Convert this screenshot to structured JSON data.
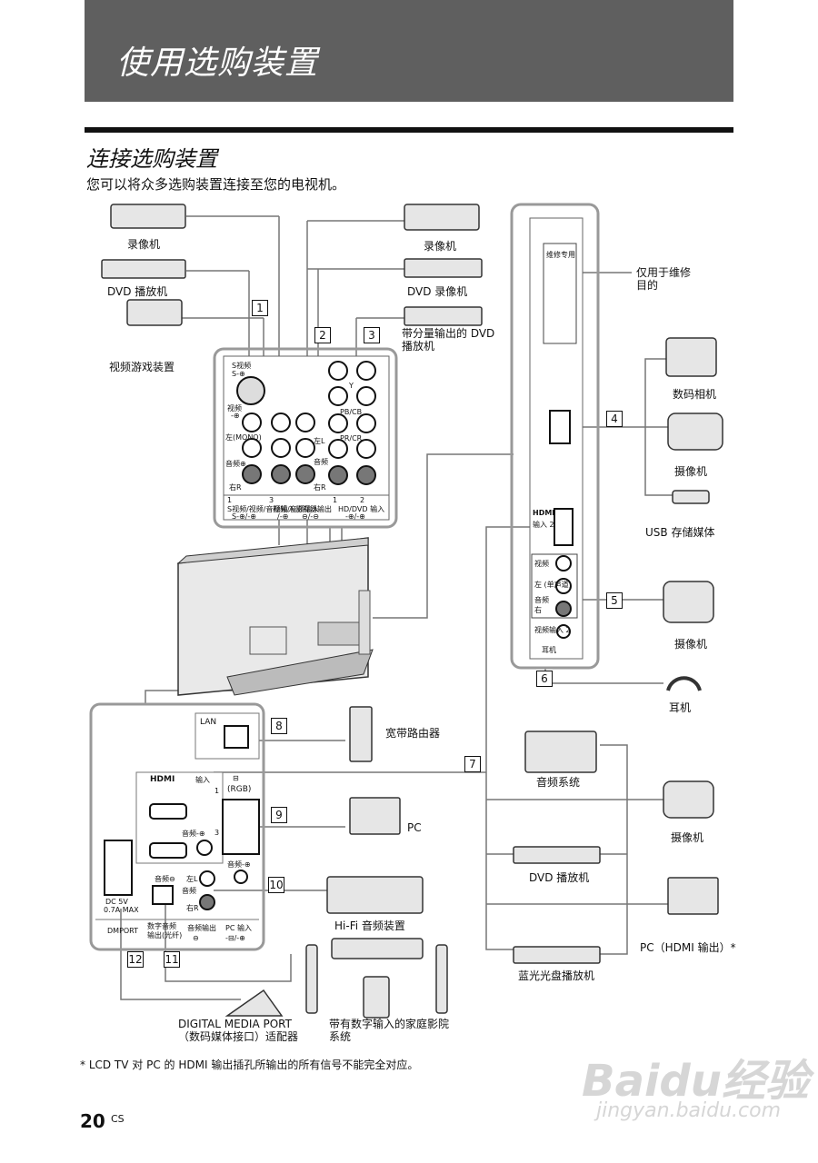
{
  "header": {
    "title": "使用选购装置"
  },
  "section": {
    "title": "连接选购装置",
    "description": "您可以将众多选购装置连接至您的电视机。"
  },
  "devices": {
    "vcr_left": "录像机",
    "dvd_player_left": "DVD 播放机",
    "game": "视频游戏装置",
    "vcr_right": "录像机",
    "dvd_recorder": "DVD 录像机",
    "dvd_component": "带分量输出的 DVD\n播放机",
    "service": "仅用于维修\n目的",
    "camera": "数码相机",
    "camcorder_usb": "摄像机",
    "usb_media": "USB 存储媒体",
    "camcorder_av": "摄像机",
    "headphones": "耳机",
    "router": "宽带路由器",
    "audio_system": "音频系统",
    "camcorder_hdmi": "摄像机",
    "pc": "PC",
    "dvd_player_hdmi": "DVD 播放机",
    "pc_hdmi": "PC（HDMI 输出）*",
    "hifi": "Hi-Fi 音频装置",
    "bluray": "蓝光光盘播放机",
    "dmp_adapter": "DIGITAL MEDIA PORT\n（数码媒体接口）适配器",
    "home_theater": "带有数字输入的家庭影院\n系统"
  },
  "numbers": [
    "1",
    "2",
    "3",
    "4",
    "5",
    "6",
    "7",
    "8",
    "9",
    "10",
    "11",
    "12"
  ],
  "panel_top": {
    "s_video": "S视频",
    "s_sym": "S-⊕",
    "video": "视频",
    "video_sym": "-⊕",
    "left_mono": "左(MONO)",
    "audio": "音频⊕",
    "right": "右R",
    "y": "Y",
    "pb": "PB/CB",
    "pr": "PR/CR",
    "left": "左L",
    "audio2": "音频",
    "right2": "右R",
    "in1_title": "S视频/视频/音频输入",
    "in1_sym": "S-⊕/-⊕",
    "in3_title": "视频/音频输入",
    "in3_sym": "/-⊕",
    "monitor": "监视器输出",
    "monitor_sym": "⊖/-⊖",
    "hddvd": "HD/DVD 输入",
    "hddvd_sym": "-⊕/-⊕",
    "idx1": "1",
    "idx3": "3",
    "idx1b": "1",
    "idx2": "2"
  },
  "panel_side": {
    "service": "维修专用",
    "hdmi": "HDMI",
    "hdmi_in": "输入 2",
    "video": "视频",
    "left": "左 (单声道)",
    "audio": "音频",
    "right": "右",
    "av2": "视频输入 2",
    "headphone": "耳机"
  },
  "panel_bottom": {
    "lan": "LAN",
    "hdmi": "HDMI",
    "hdmi_in": "输入",
    "in1": "1",
    "in3": "3",
    "rgb": "(RGB)",
    "pc_sym": "⊟",
    "audio_in": "音频-⊕",
    "audio_in2": "音频-⊕",
    "dc": "DC  5V",
    "amp": "0.7A MAX",
    "dmport": "DMPORT",
    "digital": "数字音频\n输出(光纤)",
    "audio_out_lbl": "音频",
    "variable": "音频⊖",
    "left": "左L",
    "right": "右R",
    "audio_out": "音频输出",
    "audio_out_sym": "⊖",
    "pc_in": "PC 输入",
    "pc_in_sym": "-⊟/-⊕"
  },
  "footnote": "* LCD TV 对 PC 的 HDMI 输出插孔所输出的所有信号不能完全对应。",
  "page": {
    "number": "20",
    "suffix": "CS"
  },
  "watermark": {
    "logo": "Baidu经验",
    "url": "jingyan.baidu.com"
  }
}
